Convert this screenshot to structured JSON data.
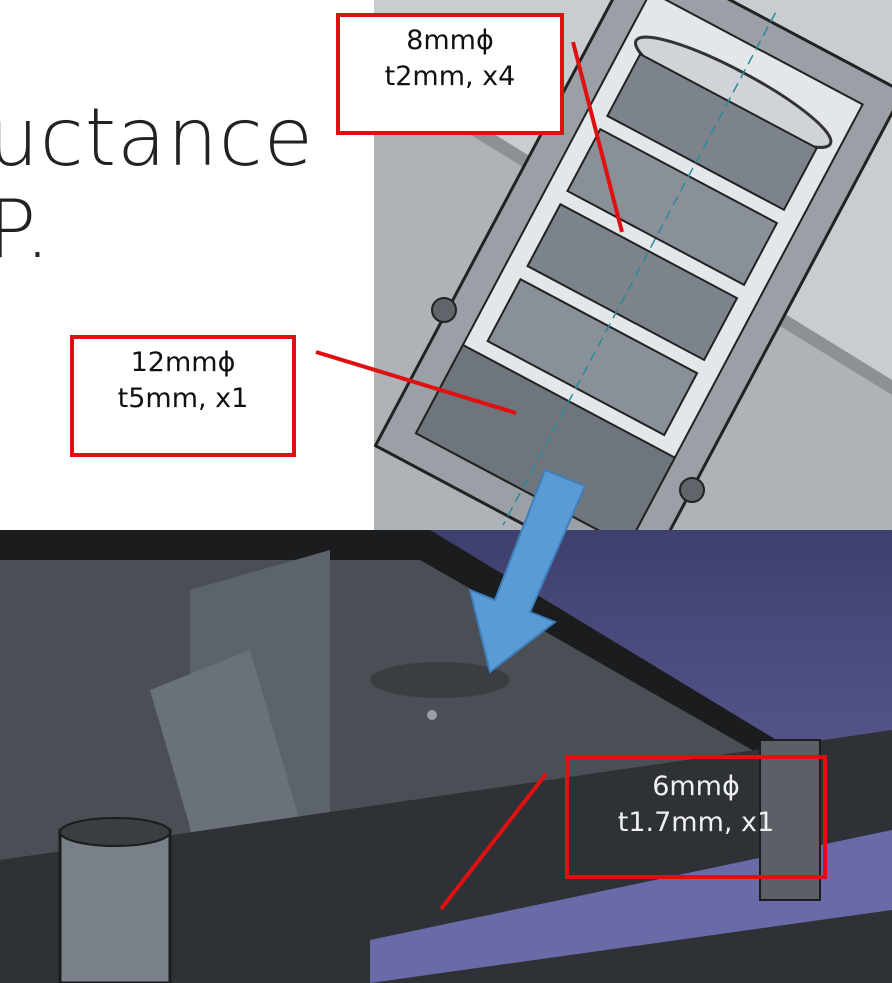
{
  "slide": {
    "title_lines": [
      "uctance",
      "P."
    ]
  },
  "callouts": [
    {
      "line1": "8mmϕ",
      "line2": "t2mm, x4"
    },
    {
      "line1": "12mmϕ",
      "line2": "t5mm, x1"
    },
    {
      "line1": "6mmϕ",
      "line2": "t1.7mm, x1"
    }
  ],
  "colors": {
    "callout_border": "#e01010",
    "arrow": "#5b9bd5",
    "cad_background_top": "#3f3f6e",
    "cad_background_bottom": "#6a6aa8",
    "part_gray": "#b8bec4"
  }
}
